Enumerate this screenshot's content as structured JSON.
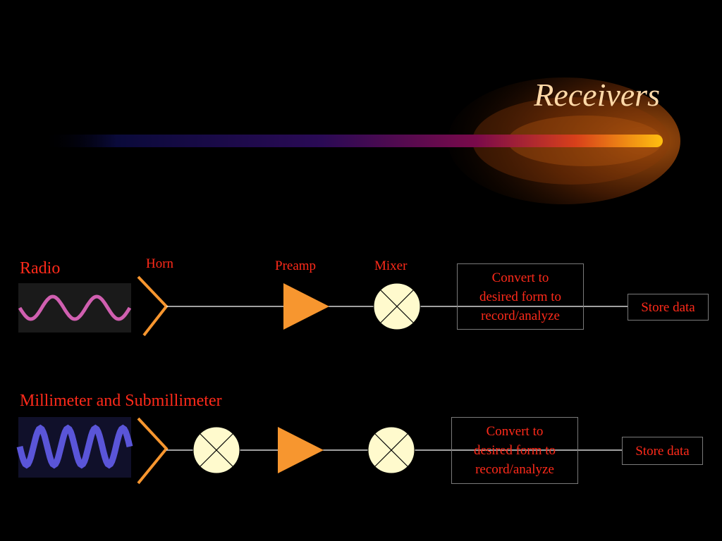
{
  "title": "Receivers",
  "rows": [
    {
      "label": "Radio",
      "components": {
        "horn": "Horn",
        "preamp": "Preamp",
        "mixer": "Mixer"
      },
      "convert_box": "Convert to\ndesired form to\nrecord/analyze",
      "store_box": "Store data",
      "wave_color": "#d05fb0",
      "wave_background": "#1a1a1a"
    },
    {
      "label": "Millimeter and Submillimeter",
      "convert_box": "Convert to\ndesired form to\nrecord/analyze",
      "store_box": "Store data",
      "wave_color": "#5a55d8",
      "wave_background": "#10102a"
    }
  ],
  "colors": {
    "background": "#000000",
    "label_text": "#ff2a1a",
    "title_text": "#ffd9a8",
    "amplifier": "#f7962f",
    "mixer_fill": "#fffacd",
    "horn": "#f7962f",
    "signal_line": "#ffffff",
    "box_border": "#7a7a7a"
  }
}
